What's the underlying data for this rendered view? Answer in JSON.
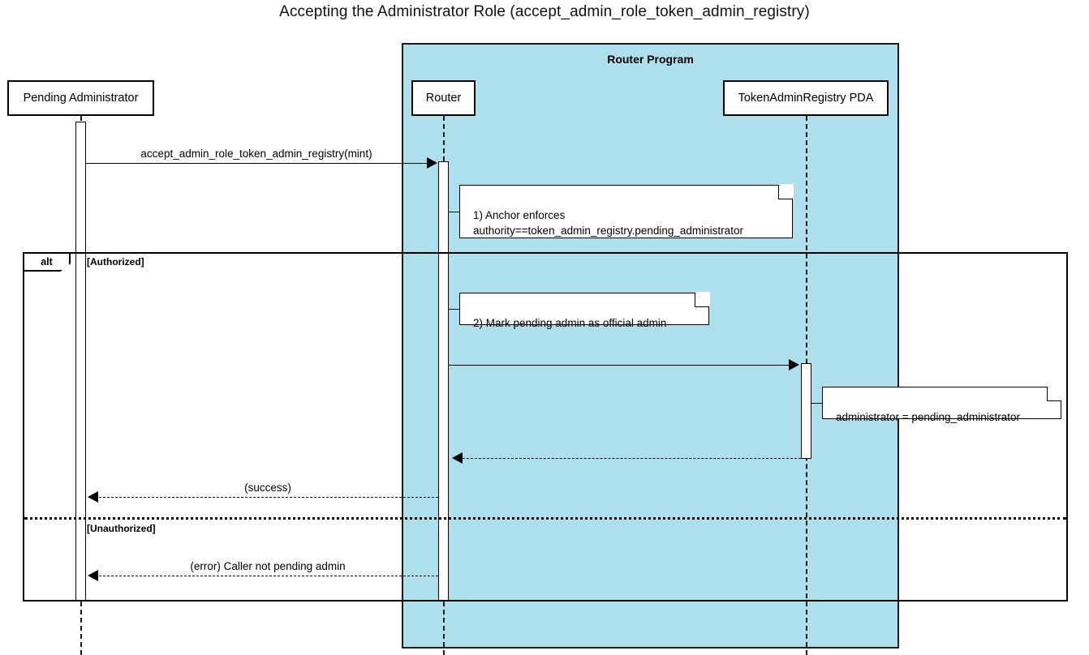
{
  "title": "Accepting the Administrator Role (accept_admin_role_token_admin_registry)",
  "group": {
    "label": "Router Program"
  },
  "participants": [
    {
      "id": "pending-administrator",
      "label": "Pending Administrator"
    },
    {
      "id": "router",
      "label": "Router"
    },
    {
      "id": "token-admin-registry-pda",
      "label": "TokenAdminRegistry PDA"
    }
  ],
  "messages": [
    {
      "id": "accept-call",
      "label": "accept_admin_role_token_admin_registry(mint)",
      "kind": "call",
      "from": "pending-administrator",
      "to": "router"
    },
    {
      "id": "registry-update",
      "label": "",
      "kind": "call",
      "from": "router",
      "to": "token-admin-registry-pda"
    },
    {
      "id": "registry-return",
      "label": "",
      "kind": "return",
      "from": "token-admin-registry-pda",
      "to": "router"
    },
    {
      "id": "success-return",
      "label": "(success)",
      "kind": "return",
      "from": "router",
      "to": "pending-administrator"
    },
    {
      "id": "error-return",
      "label": "(error) Caller not pending admin",
      "kind": "return",
      "from": "router",
      "to": "pending-administrator"
    }
  ],
  "notes": [
    {
      "id": "note-anchor-enforces",
      "text": "1) Anchor enforces\nauthority==token_admin_registry.pending_administrator"
    },
    {
      "id": "note-mark-admin",
      "text": "2) Mark pending admin as official admin"
    },
    {
      "id": "note-administrator-assign",
      "text": "administrator = pending_administrator"
    }
  ],
  "fragment": {
    "type": "alt",
    "guards": [
      "[Authorized]",
      "[Unauthorized]"
    ]
  },
  "colors": {
    "group_fill": "#ade0ec",
    "stroke": "#000000",
    "background": "#ffffff"
  }
}
